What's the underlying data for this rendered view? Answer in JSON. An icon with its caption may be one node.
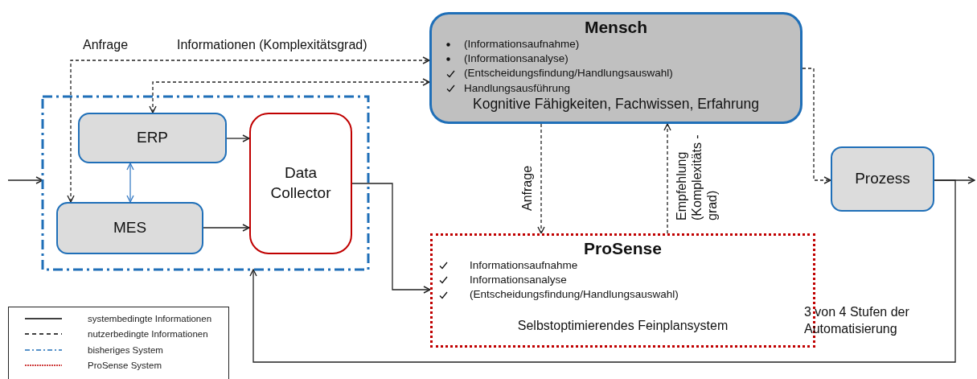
{
  "diagram": {
    "nodes": [
      {
        "text": [
          "Mensch",
          "(Informationsaufnahme)",
          "(Informationsanalyse)",
          "(Entscheidungsfindung/Handlungsauswahl)",
          "Handlungsausführung",
          "Kognitive Fähigkeiten, Fachwissen, Erfahrung"
        ]
      },
      {
        "text": [],
        "shape": "box"
      },
      {
        "text": [
          "ERP"
        ],
        "in": 1
      },
      {
        "text": [
          "MES"
        ],
        "in": 1
      },
      {
        "text": [
          "Data Collector"
        ],
        "in": 1
      },
      {
        "text": [
          "ProSense",
          "Informationsaufnahme",
          "Informationsanalyse",
          "(Entscheidungsfindung/Handlungsauswahl)",
          "Selbstoptimierendes Feinplansystem"
        ]
      },
      {
        "text": [
          "Prozess"
        ]
      }
    ],
    "edges": [
      {
        "from": 3,
        "to": 0,
        "arrow": "both",
        "style": "dashed"
      },
      {
        "from": 2,
        "to": 0,
        "arrow": "both",
        "style": "dashed"
      },
      {
        "from": 2,
        "to": 3,
        "arrow": "both",
        "color": "#3c7fc6"
      },
      {
        "from": 2,
        "to": 4,
        "arrow": "to"
      },
      {
        "from": 3,
        "to": 4,
        "arrow": "to"
      },
      {
        "from": 4,
        "to": 5,
        "arrow": "to"
      },
      {
        "from": 0,
        "to": 5,
        "arrow": "to",
        "style": "dashed",
        "label": "Anfrage"
      },
      {
        "from": 5,
        "to": 0,
        "arrow": "to",
        "style": "dashed",
        "label": "Empfehlung (Komplexitäts -grad)"
      },
      {
        "from": 0,
        "to": 6,
        "arrow": "to",
        "style": "dashed"
      },
      {
        "from": 6,
        "to": null,
        "arrow": "to"
      },
      {
        "from": 6,
        "to": 1,
        "arrow": "to"
      },
      {
        "from": null,
        "to": 1,
        "arrow": "to"
      }
    ],
    "labels": [
      "Anfrage",
      "Informationen (Komplexitätsgrad)",
      "3 von 4 Stufen der Automatisierung"
    ],
    "legend": [
      {
        "text": "systembedingte Informationen"
      },
      {
        "text": "nutzerbedingte Informationen"
      },
      {
        "text": "bisheriges System"
      },
      {
        "text": "ProSense System"
      }
    ]
  }
}
